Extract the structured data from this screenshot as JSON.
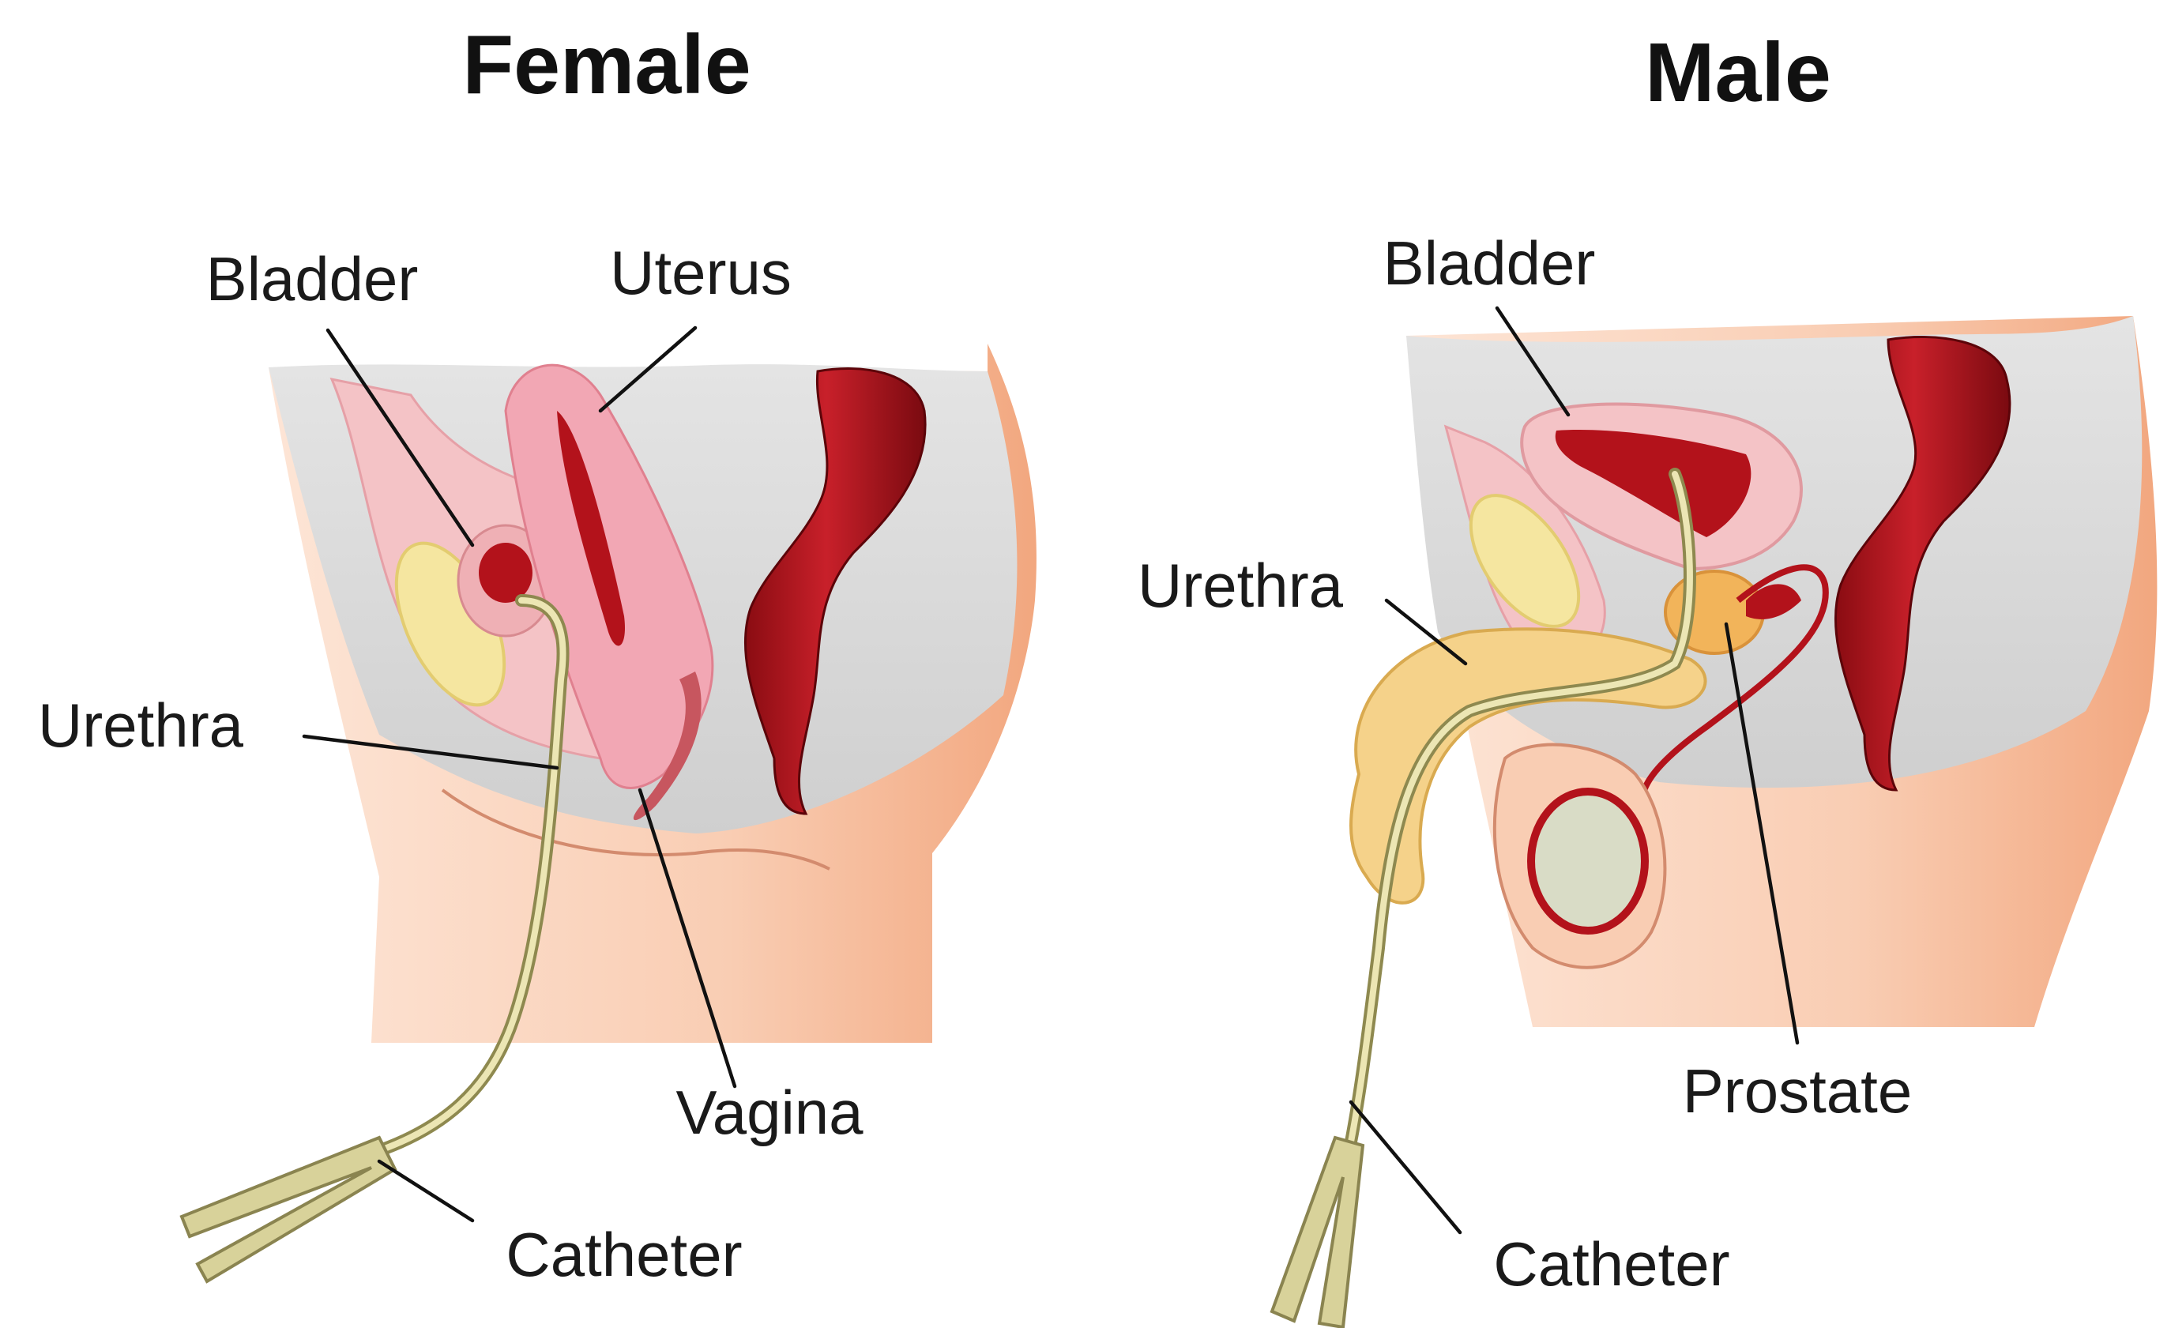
{
  "titles": {
    "female": "Female",
    "male": "Male"
  },
  "female_labels": {
    "bladder": "Bladder",
    "uterus": "Uterus",
    "urethra": "Urethra",
    "vagina": "Vagina",
    "catheter": "Catheter"
  },
  "male_labels": {
    "bladder": "Bladder",
    "urethra": "Urethra",
    "prostate": "Prostate",
    "catheter": "Catheter"
  },
  "colors": {
    "cavity_gray": "#dcdcdc",
    "skin": "#f6c4a8",
    "skin_light": "#fde3d3",
    "tissue_pink": "#f4c3c6",
    "organ_red": "#b3121b",
    "organ_dark_red": "#7a0a10",
    "bone_yellow": "#f5e6a0",
    "catheter": "#d8d29a",
    "prostate_orange": "#f2b45a",
    "testis_gray": "#d9dcc6"
  }
}
